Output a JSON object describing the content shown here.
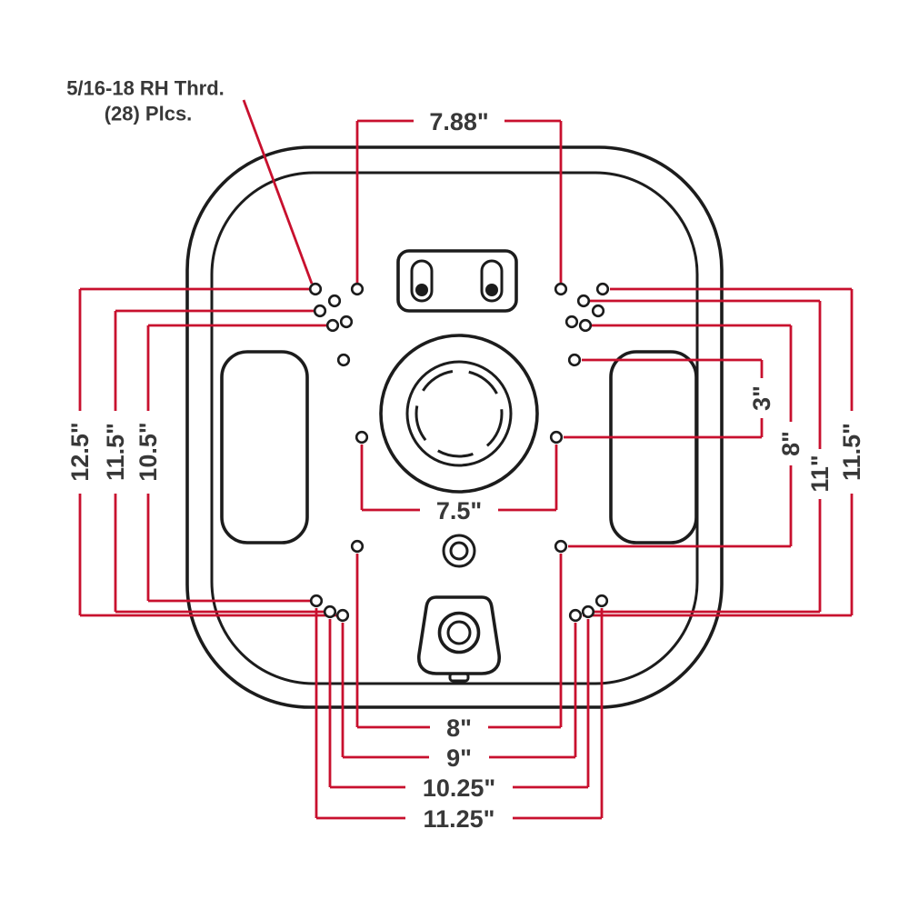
{
  "annotation": {
    "line1": "5/16-18 RH Thrd.",
    "line2": "(28) Plcs."
  },
  "dims": {
    "top": "7.88\"",
    "center": "7.5\"",
    "left": [
      "12.5\"",
      "11.5\"",
      "10.5\""
    ],
    "right": [
      "3\"",
      "8\"",
      "11\"",
      "11.5\""
    ],
    "bottom": [
      "8\"",
      "9\"",
      "10.25\"",
      "11.25\""
    ]
  },
  "colors": {
    "dimension_red": "#c8102e",
    "outline_ink": "#1c1c1c",
    "label_text": "#383838"
  }
}
